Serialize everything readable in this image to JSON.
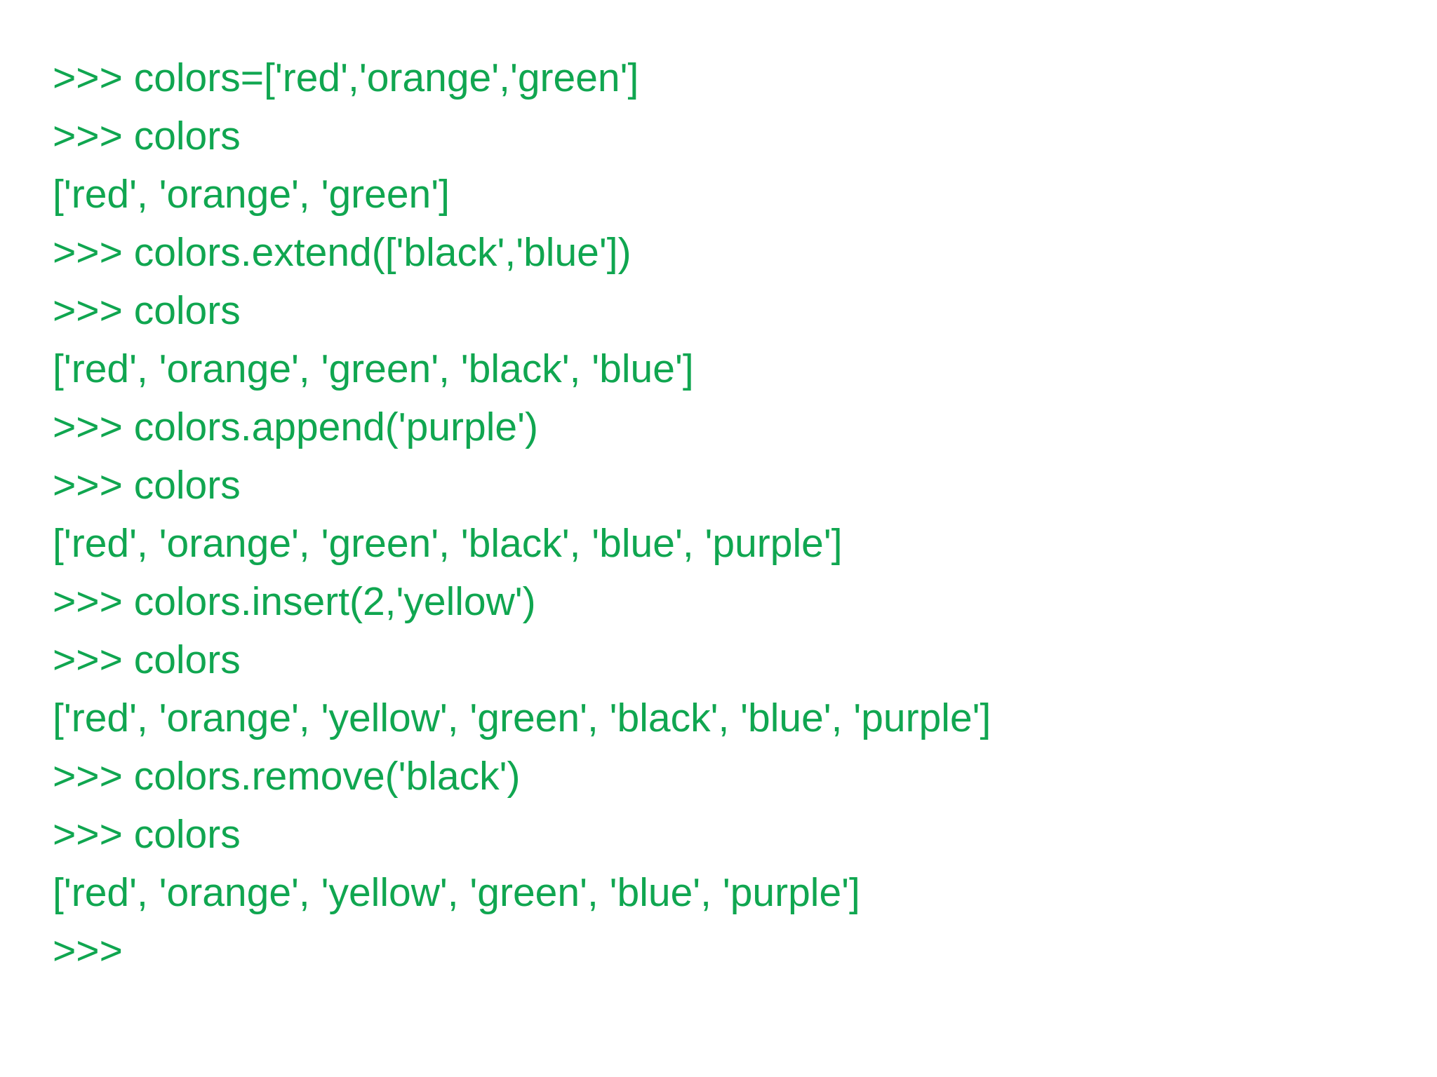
{
  "terminal": {
    "description": "Python interactive shell session demonstrating list methods",
    "text_color": "#10a650",
    "background_color": "#ffffff",
    "prompt_symbol": ">>>",
    "lines": [
      {
        "type": "input",
        "text": ">>> colors=['red','orange','green']"
      },
      {
        "type": "input",
        "text": ">>> colors"
      },
      {
        "type": "output",
        "text": "['red', 'orange', 'green']"
      },
      {
        "type": "input",
        "text": ">>> colors.extend(['black','blue'])"
      },
      {
        "type": "input",
        "text": ">>> colors"
      },
      {
        "type": "output",
        "text": "['red', 'orange', 'green', 'black', 'blue']"
      },
      {
        "type": "input",
        "text": ">>> colors.append('purple')"
      },
      {
        "type": "input",
        "text": ">>> colors"
      },
      {
        "type": "output",
        "text": "['red', 'orange', 'green', 'black', 'blue', 'purple']"
      },
      {
        "type": "input",
        "text": ">>> colors.insert(2,'yellow')"
      },
      {
        "type": "input",
        "text": ">>> colors"
      },
      {
        "type": "output",
        "text": "['red', 'orange', 'yellow', 'green', 'black', 'blue', 'purple']"
      },
      {
        "type": "input",
        "text": ">>> colors.remove('black')"
      },
      {
        "type": "input",
        "text": ">>> colors"
      },
      {
        "type": "output",
        "text": "['red', 'orange', 'yellow', 'green', 'blue', 'purple']"
      },
      {
        "type": "prompt",
        "text": ">>>"
      }
    ]
  }
}
